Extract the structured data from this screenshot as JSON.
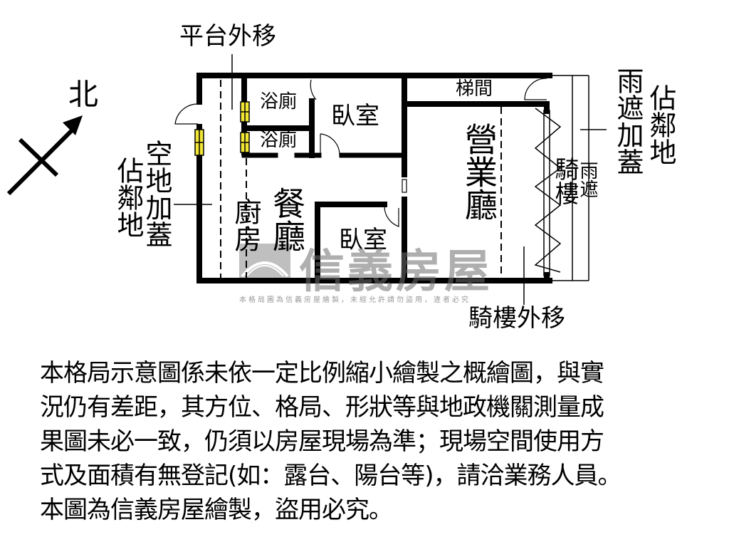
{
  "compass": {
    "label": "北",
    "icon": "north-arrow-icon"
  },
  "rooms": {
    "bath_1": "浴廁",
    "bath_2": "浴廁",
    "bedroom_1": "臥室",
    "bedroom_2": "臥室",
    "stairs": "梯間",
    "business_hall": "營業廳",
    "kitchen": "廚房",
    "dining": "餐廳",
    "arcade": "騎樓",
    "awning": "雨遮"
  },
  "annotations": {
    "platform_moved": "平台外移",
    "left_outer_1": "佔鄰地",
    "left_outer_2": "空地加蓋",
    "right_outer_1": "雨遮加蓋",
    "right_outer_2": "佔鄰地",
    "arcade_moved": "騎樓外移"
  },
  "watermark": {
    "brand": "信義房屋",
    "notice": "本格局圖為信義房屋繪製，未經允許請勿盜用，違者必究"
  },
  "disclaimer": {
    "lines": [
      "本格局示意圖係未依一定比例縮小繪製之概繪圖，與實",
      "況仍有差距，其方位、格局、形狀等與地政機關測量成",
      "果圖未必一致，仍須以房屋現場為準；現場空間使用方",
      "式及面積有無登記(如：露台、陽台等)，請洽業務人員。",
      "本圖為信義房屋繪製，盜用必究。"
    ]
  },
  "colors": {
    "wall": "#000000",
    "window": "#f2e634",
    "watermark": "#8c8c8c"
  }
}
